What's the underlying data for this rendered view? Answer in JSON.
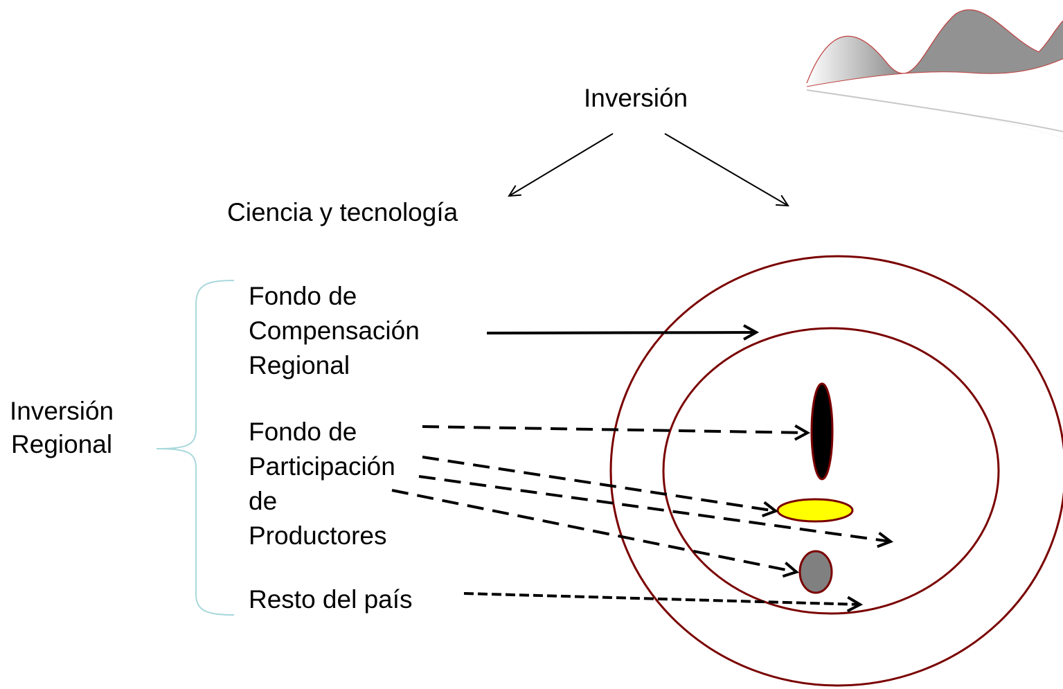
{
  "diagram": {
    "top_label": "Inversión",
    "left_branch_label": "Ciencia y tecnología",
    "brace_label": {
      "line1": "Inversión",
      "line2": "Regional"
    },
    "items": {
      "fondo_compensacion": {
        "line1": "Fondo de",
        "line2": "Compensación",
        "line3": "Regional"
      },
      "fondo_participacion": {
        "line1": "Fondo de",
        "line2": "Participación",
        "line3": "de",
        "line4": "Productores"
      },
      "resto": {
        "line1": "Resto del país"
      }
    },
    "colors": {
      "circle_stroke": "#7a0000",
      "bean_fill": "#000000",
      "yellow_fill": "#ffff00",
      "gray_fill": "#808080",
      "brace_color": "#a8d8dc",
      "wave_fill": "#8c8c8c"
    }
  }
}
